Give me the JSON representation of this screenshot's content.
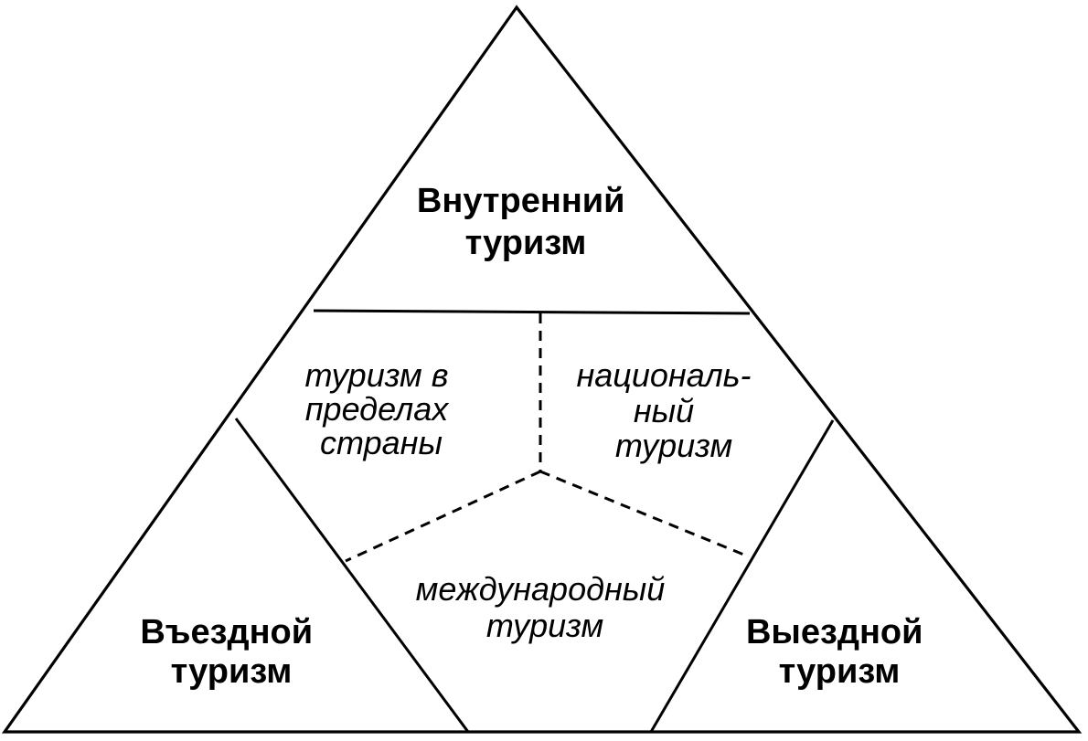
{
  "diagram": {
    "top": {
      "line1": "Внутренний",
      "line2": "туризм"
    },
    "left_corner": {
      "line1": "Въездной",
      "line2": "туризм"
    },
    "right_corner": {
      "line1": "Выездной",
      "line2": "туризм"
    },
    "middle_left": {
      "line1": "туризм в",
      "line2": "пределах",
      "line3": "страны"
    },
    "middle_right": {
      "line1": "националь-",
      "line2": "ный",
      "line3": "туризм"
    },
    "bottom_center": {
      "line1": "международный",
      "line2": "туризм"
    }
  }
}
